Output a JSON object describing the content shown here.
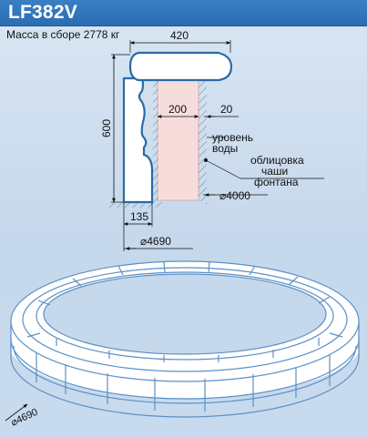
{
  "product": {
    "code": "LF382V",
    "mass_label": "Масса в сборе 2778 кг"
  },
  "dimensions": {
    "width_top": "420",
    "height": "600",
    "wall_thickness": "200",
    "gap": "20",
    "base_width": "135",
    "diameter_inner": "⌀4690",
    "diameter_bowl": "⌀4000",
    "diameter_ring": "⌀4690"
  },
  "labels": {
    "water_level_1": "уровень",
    "water_level_2": "воды",
    "lining_1": "облицовка",
    "lining_2": "чаши",
    "lining_3": "фонтана"
  },
  "colors": {
    "header": "#2a6db3",
    "stone_fill": "#ffffff",
    "stone_stroke": "#2b6aa6",
    "wall_fill": "#f7dcdc",
    "hatch": "#5a6a7a",
    "ring_line": "#5c90c5"
  }
}
